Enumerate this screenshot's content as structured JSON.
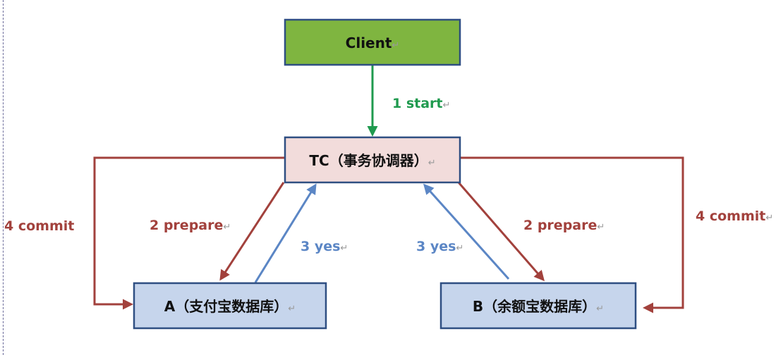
{
  "nodes": {
    "client": {
      "label": "Client",
      "fill": "#7fb540",
      "stroke": "#2f4f82"
    },
    "tc": {
      "label": "TC（事务协调器）",
      "fill": "#f2dcdb",
      "stroke": "#2f4f82"
    },
    "a": {
      "label": "A（支付宝数据库）",
      "fill": "#c6d5ec",
      "stroke": "#2f4f82"
    },
    "b": {
      "label": "B（余额宝数据库）",
      "fill": "#c6d5ec",
      "stroke": "#2f4f82"
    }
  },
  "edges": {
    "start": {
      "label": "1 start",
      "color": "#1f9a4e"
    },
    "prepare_a": {
      "label": "2 prepare",
      "color": "#a2413c"
    },
    "prepare_b": {
      "label": "2 prepare",
      "color": "#a2413c"
    },
    "yes_a": {
      "label": "3 yes",
      "color": "#5b86c5"
    },
    "yes_b": {
      "label": "3 yes",
      "color": "#5b86c5"
    },
    "commit_a": {
      "label": "4 commit",
      "color": "#a2413c"
    },
    "commit_b": {
      "label": "4 commit",
      "color": "#a2413c"
    }
  },
  "return_mark": "↵"
}
